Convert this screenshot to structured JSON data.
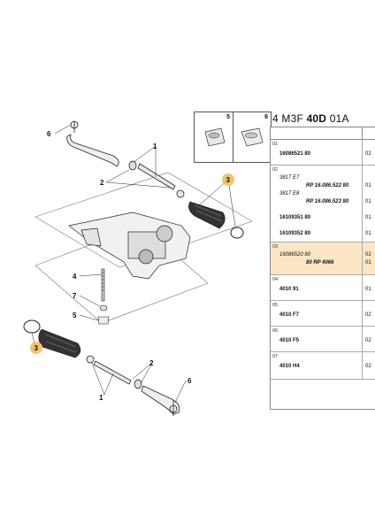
{
  "header": {
    "prefix": "4 M3F",
    "bold": "40D",
    "suffix": "01A"
  },
  "diagram": {
    "callouts": {
      "tie_rod_end_top": "6",
      "tie_rod_top": "1",
      "nut_top": "2",
      "boot_top": "3",
      "stud": "4",
      "bolt": "7",
      "washer": "5",
      "boot_bottom": "3",
      "nut_bottom": "2",
      "tie_rod_bottom": "1",
      "tie_rod_end_bottom": "6"
    },
    "thumb_labels": [
      "5",
      "6"
    ],
    "accent_color": "#f5c469"
  },
  "table": {
    "groups": [
      {
        "num": "01",
        "rows": [
          {
            "code": "16086521 80",
            "style": "bold",
            "qty": "02"
          }
        ]
      },
      {
        "num": "02",
        "rows": [
          {
            "code": "3817 E7",
            "style": "ital",
            "qty": ""
          },
          {
            "code": "RP 16.086.522 80",
            "style": "ref",
            "qty": "01"
          },
          {
            "code": "3817 E8",
            "style": "ital",
            "qty": ""
          },
          {
            "code": "RP 16.086.523 80",
            "style": "ref",
            "qty": "01"
          },
          {
            "code": "",
            "style": "",
            "qty": ""
          },
          {
            "code": "16109351 80",
            "style": "bold",
            "qty": "01"
          },
          {
            "code": "",
            "style": "",
            "qty": ""
          },
          {
            "code": "16109352 80",
            "style": "bold",
            "qty": "01"
          }
        ]
      },
      {
        "num": "03",
        "highlight": true,
        "rows": [
          {
            "code": "16086520 80",
            "style": "ital",
            "qty": "02"
          },
          {
            "code": "80 RP 4066",
            "style": "ref",
            "qty": "01"
          }
        ]
      },
      {
        "num": "04",
        "rows": [
          {
            "code": "4010 91",
            "style": "bold",
            "qty": "01"
          }
        ]
      },
      {
        "num": "05",
        "rows": [
          {
            "code": "4010 F7",
            "style": "bold",
            "qty": "02"
          }
        ]
      },
      {
        "num": "06",
        "rows": [
          {
            "code": "4010 F5",
            "style": "bold",
            "qty": "02"
          }
        ]
      },
      {
        "num": "07",
        "rows": [
          {
            "code": "4010 H4",
            "style": "bold",
            "qty": "02"
          }
        ]
      }
    ]
  }
}
